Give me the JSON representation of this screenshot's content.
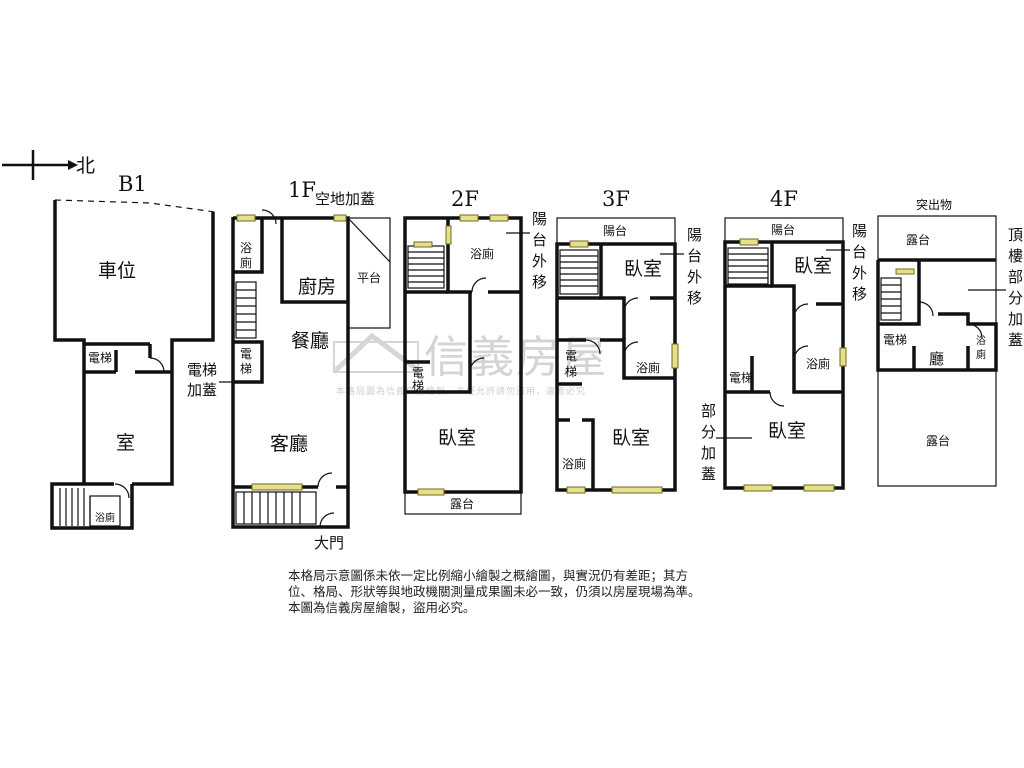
{
  "compass": {
    "north_label": "北"
  },
  "floors": {
    "b1": {
      "title": "B1",
      "parking": "車位",
      "elevator": "電梯",
      "room": "室",
      "bath": "浴廁"
    },
    "f1": {
      "title": "1F",
      "extension": "空地加蓋",
      "bath_top": "浴",
      "bath_bottom": "廁",
      "kitchen": "廚房",
      "platform": "平台",
      "dining": "餐廳",
      "living": "客廳",
      "elev_top": "電",
      "elev_bottom": "梯",
      "elevator_addition_1": "電梯",
      "elevator_addition_2": "加蓋",
      "main_door": "大門"
    },
    "f2": {
      "title": "2F",
      "bath": "浴廁",
      "elev_top": "電",
      "elev_bottom": "梯",
      "bedroom": "臥室",
      "terrace": "露台",
      "balcony_note": [
        "陽",
        "台",
        "外",
        "移"
      ]
    },
    "f3": {
      "title": "3F",
      "balcony": "陽台",
      "bedroom_top": "臥室",
      "bath": "浴廁",
      "elev_top": "電",
      "elev_bottom": "梯",
      "bath_lower": "浴廁",
      "bedroom_bottom": "臥室",
      "balcony_note": [
        "陽",
        "台",
        "外",
        "移"
      ]
    },
    "f4": {
      "title": "4F",
      "balcony": "陽台",
      "bedroom_top": "臥室",
      "bath": "浴廁",
      "elevator": "電梯",
      "bedroom_bottom": "臥室",
      "balcony_note": [
        "陽",
        "台",
        "外",
        "移"
      ],
      "partial_note": [
        "部",
        "分",
        "加",
        "蓋"
      ]
    },
    "roof": {
      "title": "突出物",
      "terrace_top": "露台",
      "elevator": "電梯",
      "hall": "廳",
      "bath_top": "浴",
      "bath_bottom": "廁",
      "terrace_bottom": "露台",
      "roof_note": [
        "頂",
        "樓",
        "部",
        "分",
        "加",
        "蓋"
      ]
    }
  },
  "watermark": {
    "brand": "信義房屋",
    "notice": "本格局圖為信義房屋繪製，未經允許請勿盜用，違者必究"
  },
  "disclaimer": [
    "本格局示意圖係未依一定比例縮小繪製之概繪圖，與實況仍有差距；其方",
    "位、格局、形狀等與地政機關測量成果圖未必一致，仍須以房屋現場為準。",
    "本圖為信義房屋繪製，盜用必究。"
  ]
}
